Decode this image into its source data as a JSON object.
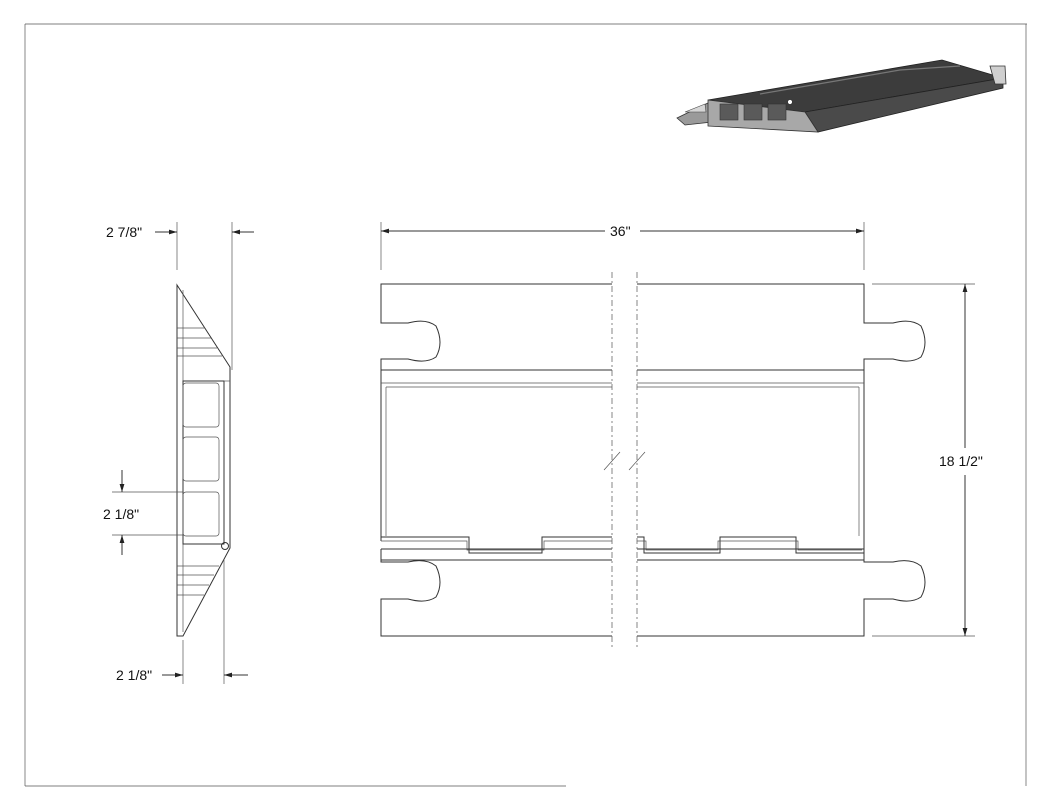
{
  "dimensions": {
    "side_top_width": "2 7/8\"",
    "channel_height": "2 1/8\"",
    "side_bottom_width": "2 1/8\"",
    "length": "36\"",
    "width": "18 1/2\""
  },
  "colors": {
    "line": "#333333",
    "ramp_dark": "#3a3a3a",
    "ramp_mid": "#8a8a8a",
    "ramp_light": "#c8c8c8"
  }
}
